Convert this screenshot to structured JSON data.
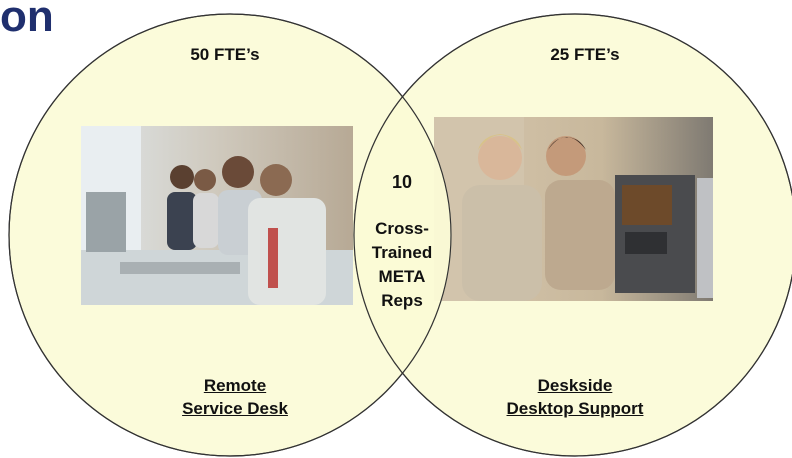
{
  "title": "on",
  "left_circle": {
    "fte": "50  FTE’s",
    "caption_line1": "Remote",
    "caption_line2": "Service Desk",
    "photo": "call-center-agents-with-headsets"
  },
  "right_circle": {
    "fte": "25  FTE’s",
    "caption_line1": "Deskside",
    "caption_line2": "Desktop Support",
    "photo": "technicians-at-computer"
  },
  "overlap": {
    "count": "10",
    "line1": "Cross-",
    "line2": "Trained",
    "line3": "META",
    "line4": "Reps"
  },
  "colors": {
    "circle_fill": "#fbfbd6",
    "circle_stroke": "#333333",
    "title": "#1f2f6e"
  }
}
